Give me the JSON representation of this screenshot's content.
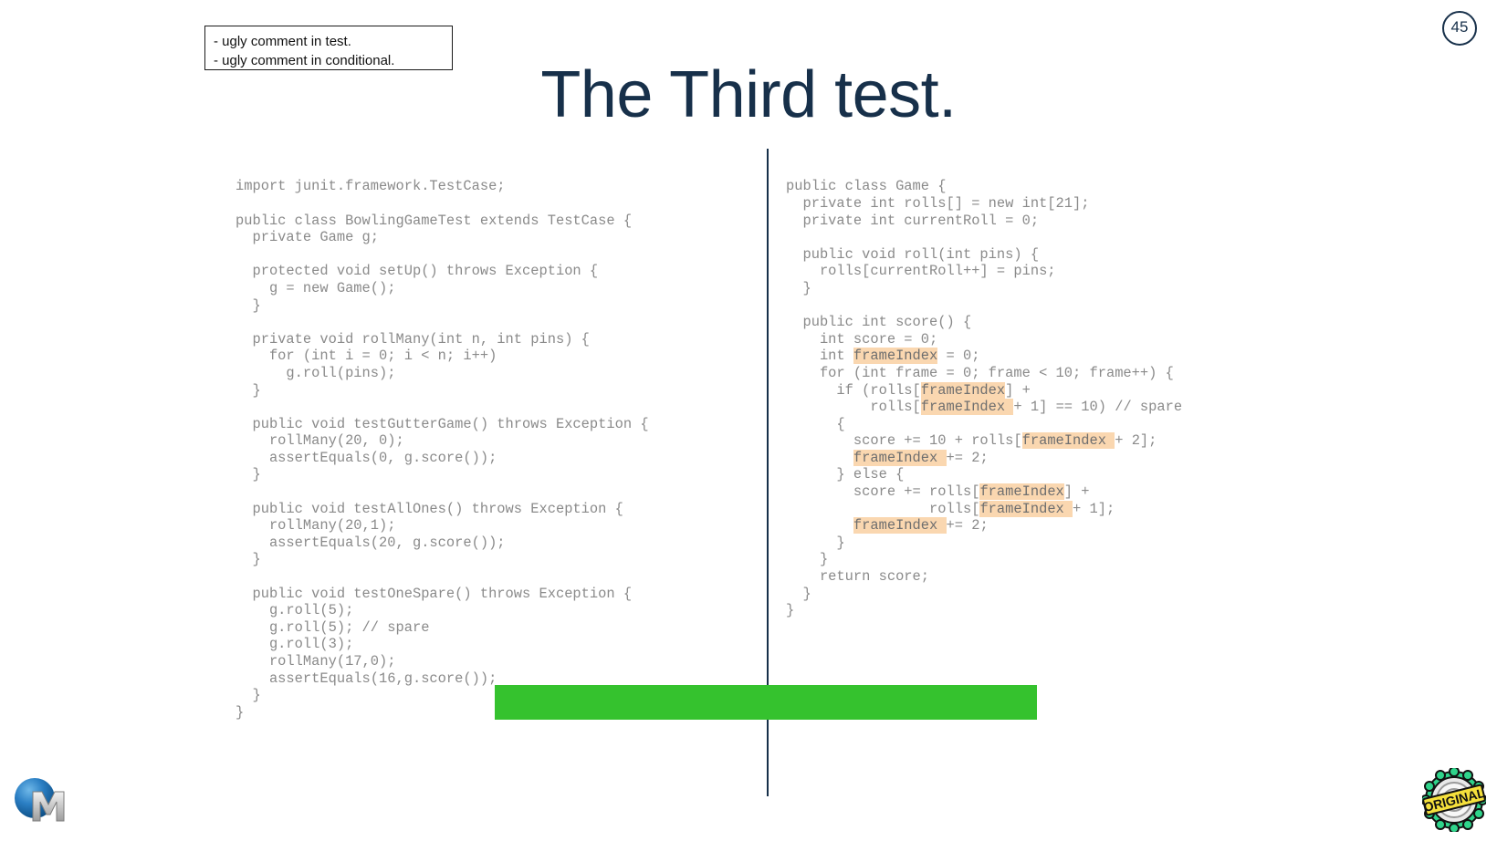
{
  "slide": {
    "page_number": "45",
    "title": "The Third test.",
    "title_color": "#17304a",
    "background_color": "#ffffff"
  },
  "note_box": {
    "lines": [
      "- ugly comment in test.",
      "- ugly comment in conditional."
    ]
  },
  "code_left": {
    "language": "java",
    "text_color": "#8a8a8a",
    "lines": [
      "import junit.framework.TestCase;",
      "",
      "public class BowlingGameTest extends TestCase {",
      "  private Game g;",
      "",
      "  protected void setUp() throws Exception {",
      "    g = new Game();",
      "  }",
      "",
      "  private void rollMany(int n, int pins) {",
      "    for (int i = 0; i < n; i++)",
      "      g.roll(pins);",
      "  }",
      "",
      "  public void testGutterGame() throws Exception {",
      "    rollMany(20, 0);",
      "    assertEquals(0, g.score());",
      "  }",
      "",
      "  public void testAllOnes() throws Exception {",
      "    rollMany(20,1);",
      "    assertEquals(20, g.score());",
      "  }",
      "",
      "  public void testOneSpare() throws Exception {",
      "    g.roll(5);",
      "    g.roll(5); // spare",
      "    g.roll(3);",
      "    rollMany(17,0);",
      "    assertEquals(16,g.score());",
      "  }",
      "}"
    ]
  },
  "code_right": {
    "language": "java",
    "text_color": "#8a8a8a",
    "highlight_color": "#fad7b0",
    "highlight_token": "frameIndex",
    "lines": [
      [
        {
          "t": "public class Game {"
        }
      ],
      [
        {
          "t": "  private int rolls[] = new int[21];"
        }
      ],
      [
        {
          "t": "  private int currentRoll = 0;"
        }
      ],
      [
        {
          "t": ""
        }
      ],
      [
        {
          "t": "  public void roll(int pins) {"
        }
      ],
      [
        {
          "t": "    rolls[currentRoll++] = pins;"
        }
      ],
      [
        {
          "t": "  }"
        }
      ],
      [
        {
          "t": ""
        }
      ],
      [
        {
          "t": "  public int score() {"
        }
      ],
      [
        {
          "t": "    int score = 0;"
        }
      ],
      [
        {
          "t": "    int "
        },
        {
          "t": "frameIndex",
          "h": true
        },
        {
          "t": " = 0;"
        }
      ],
      [
        {
          "t": "    for (int frame = 0; frame < 10; frame++) {"
        }
      ],
      [
        {
          "t": "      if (rolls["
        },
        {
          "t": "frameIndex",
          "h": true
        },
        {
          "t": "] +"
        }
      ],
      [
        {
          "t": "          rolls["
        },
        {
          "t": "frameIndex ",
          "h": true
        },
        {
          "t": "+ 1] == 10) // spare"
        }
      ],
      [
        {
          "t": "      {"
        }
      ],
      [
        {
          "t": "        score += 10 + rolls["
        },
        {
          "t": "frameIndex ",
          "h": true
        },
        {
          "t": "+ 2];"
        }
      ],
      [
        {
          "t": "        "
        },
        {
          "t": "frameIndex ",
          "h": true
        },
        {
          "t": "+= 2;"
        }
      ],
      [
        {
          "t": "      } else {"
        }
      ],
      [
        {
          "t": "        score += rolls["
        },
        {
          "t": "frameIndex",
          "h": true
        },
        {
          "t": "] +"
        }
      ],
      [
        {
          "t": "                 rolls["
        },
        {
          "t": "frameIndex ",
          "h": true
        },
        {
          "t": "+ 1];"
        }
      ],
      [
        {
          "t": "        "
        },
        {
          "t": "frameIndex ",
          "h": true
        },
        {
          "t": "+= 2;"
        }
      ],
      [
        {
          "t": "      }"
        }
      ],
      [
        {
          "t": "    }"
        }
      ],
      [
        {
          "t": "    return score;"
        }
      ],
      [
        {
          "t": "  }"
        }
      ],
      [
        {
          "t": "}"
        }
      ]
    ]
  },
  "green_bar": {
    "color": "#35c22e",
    "label": ""
  },
  "logo": {
    "name": "blue-sphere-m-logo",
    "sphere_color": "#1f74bd",
    "letter": "M"
  },
  "badge": {
    "name": "original-stamp-badge",
    "text": "ORIGINAL",
    "ring_color": "#2fd48b",
    "label_color": "#f5e03c"
  }
}
